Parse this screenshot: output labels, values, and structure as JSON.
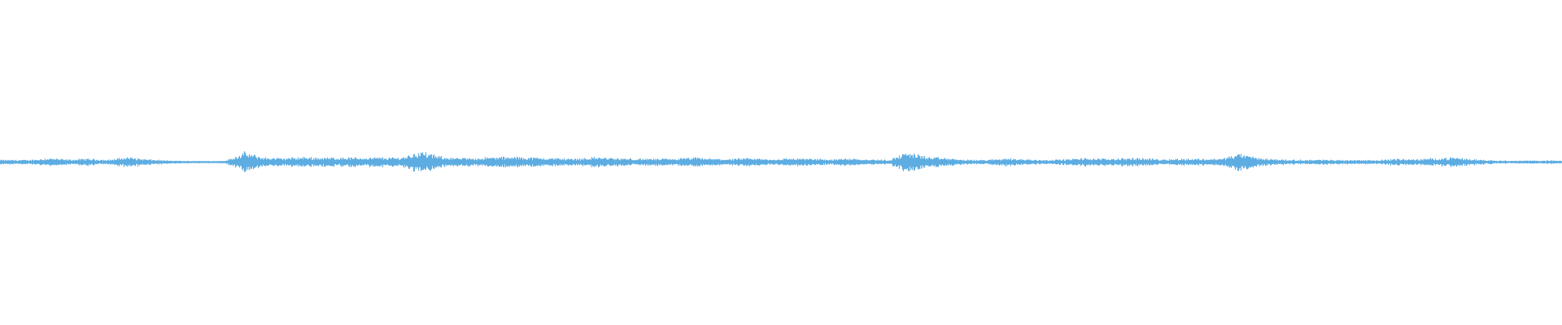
{
  "chart_data": {
    "type": "area",
    "title": "",
    "xlabel": "",
    "ylabel": "",
    "grid": false,
    "legend": "none",
    "color": "#5dade2",
    "ylim": [
      -1,
      1
    ],
    "amplitude_envelope": [
      0.2,
      0.2,
      0.35,
      0.22,
      0.3,
      0.2,
      0.45,
      0.25,
      0.15,
      0.1,
      0.1,
      0.1,
      0.85,
      0.4,
      0.35,
      0.45,
      0.4,
      0.42,
      0.4,
      0.42,
      0.4,
      0.95,
      0.5,
      0.35,
      0.38,
      0.45,
      0.45,
      0.4,
      0.35,
      0.3,
      0.45,
      0.35,
      0.3,
      0.3,
      0.3,
      0.4,
      0.3,
      0.28,
      0.35,
      0.25,
      0.35,
      0.3,
      0.25,
      0.35,
      0.25,
      0.2,
      0.9,
      0.45,
      0.35,
      0.2,
      0.2,
      0.35,
      0.25,
      0.2,
      0.25,
      0.35,
      0.3,
      0.35,
      0.35,
      0.25,
      0.3,
      0.3,
      0.3,
      0.75,
      0.35,
      0.25,
      0.2,
      0.22,
      0.2,
      0.2,
      0.18,
      0.3,
      0.25,
      0.35,
      0.4,
      0.25,
      0.18,
      0.12,
      0.15,
      0.15
    ]
  }
}
